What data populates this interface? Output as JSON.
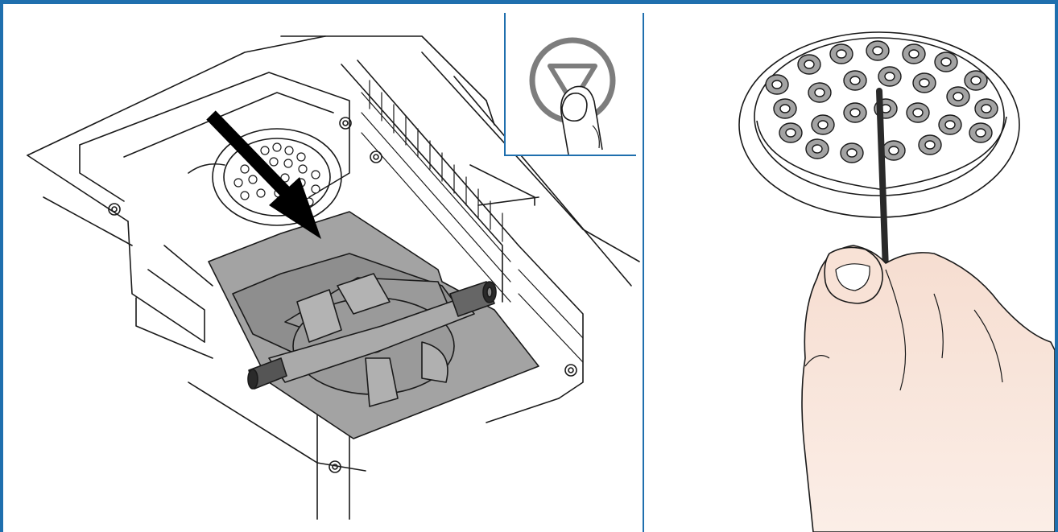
{
  "figure": {
    "panels": [
      {
        "id": "left",
        "depicts": "instrument-drawer-insertion"
      },
      {
        "id": "right",
        "depicts": "hand-holding-tool-over-sample-tray"
      }
    ],
    "inset_icon": "triangle-in-circle-button-icon",
    "arrow_icon": "insert-direction-arrow-icon",
    "colors": {
      "frame_blue": "#1f6fae",
      "line": "#1a1a1a",
      "part_gray": "#a3a3a3",
      "part_gray_dark": "#8e8e8e",
      "skin": "#f3d6c9",
      "icon_gray": "#7d7d7d"
    }
  }
}
